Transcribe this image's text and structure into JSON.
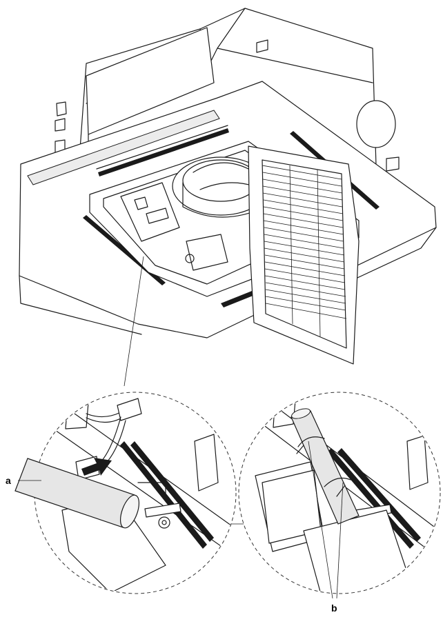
{
  "figure": {
    "labels": {
      "a": "a",
      "b": "b"
    },
    "colors": {
      "line": "#1a1a1a",
      "insulation": "#e6e6e6",
      "background": "#ffffff"
    },
    "icons": [
      "cassette-unit-illustration",
      "arrow-right-icon",
      "cable-tie-icon"
    ]
  }
}
